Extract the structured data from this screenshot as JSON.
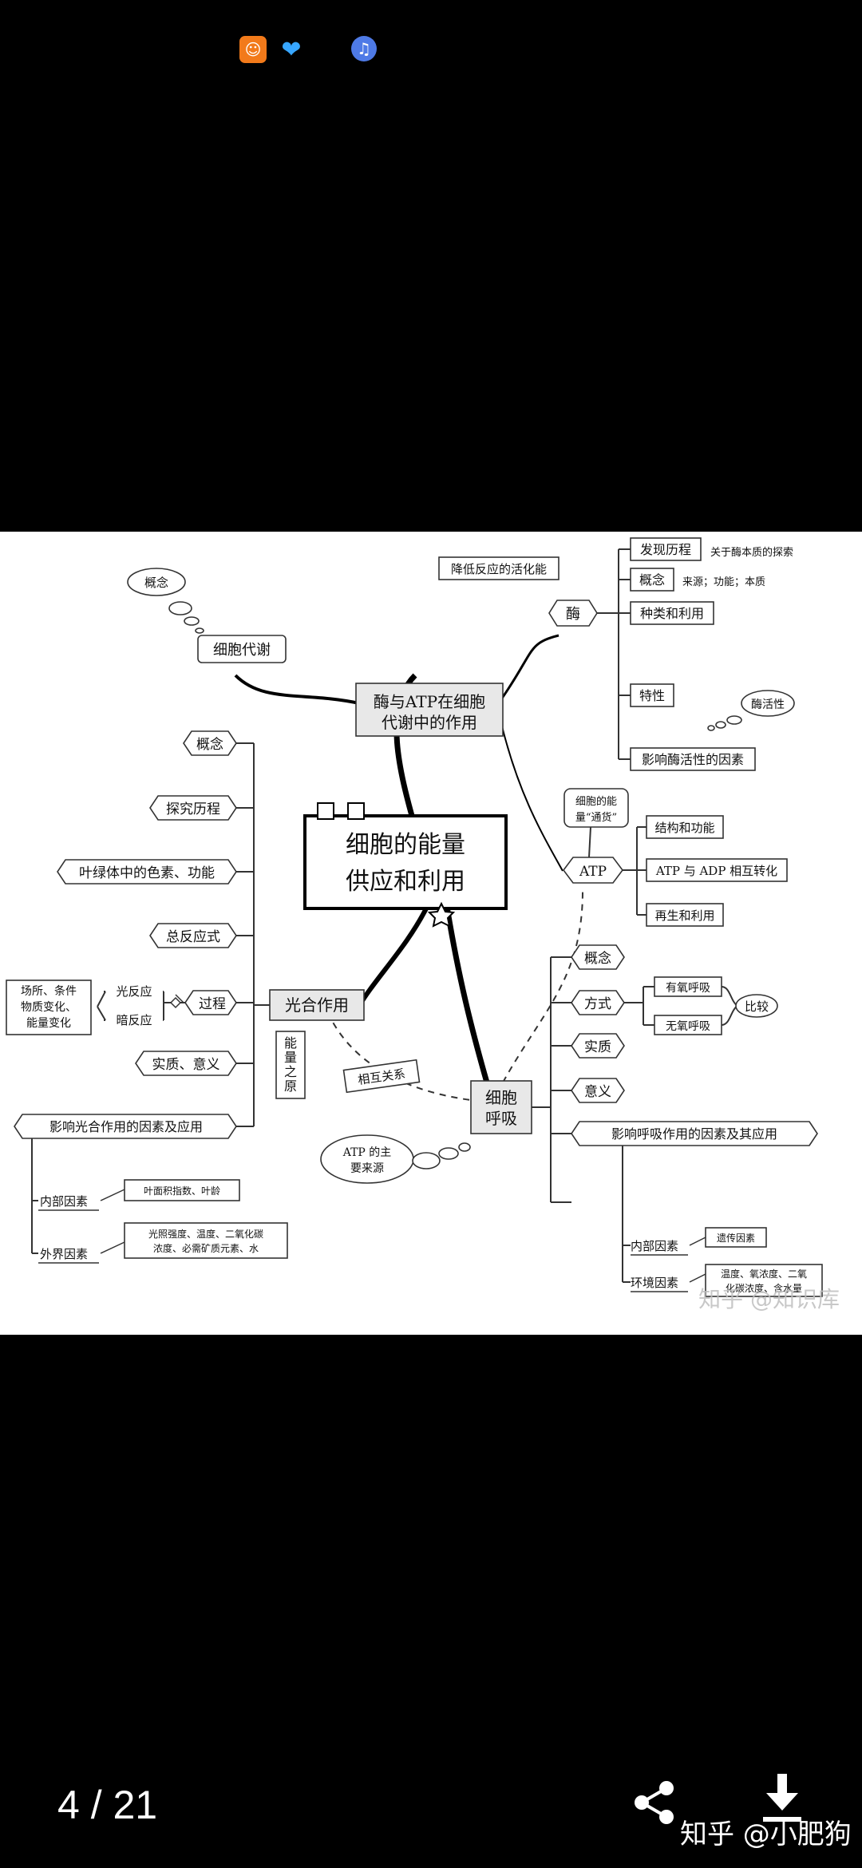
{
  "status_icons": [
    "kuaishou-app-icon",
    "heart-hand-icon",
    "music-icon"
  ],
  "pager": {
    "text": "4 / 21"
  },
  "author": {
    "text": "知乎 @小肥狗"
  },
  "mindmap": {
    "center": {
      "line1": "细胞的能量",
      "line2": "供应和利用"
    },
    "enzyme_atp": {
      "line1": "酶与ATP在细胞",
      "line2": "代谢中的作用"
    },
    "metabolism": "细胞代谢",
    "concept_bubble": "概念",
    "lower_activation": "降低反应的活化能",
    "enzyme": "酶",
    "enzyme_branches": [
      "发现历程",
      "概念",
      "种类和利用",
      "特性",
      "影响酶活性的因素"
    ],
    "discovery_note": "关于酶本质的探索",
    "concept_note": "来源；功能；本质",
    "enzyme_activity_bubble": "酶活性",
    "currency_note": {
      "line1": "细胞的能",
      "line2": "量“通货”"
    },
    "atp": "ATP",
    "atp_branches": [
      "结构和功能",
      "ATP 与 ADP 相互转化",
      "再生和利用"
    ],
    "photo": "光合作用",
    "photo_branches": [
      "概念",
      "探究历程",
      "叶绿体中的色素、功能",
      "总反应式",
      "过程",
      "实质、意义"
    ],
    "photo_factors": "影响光合作用的因素及应用",
    "light_reaction": "光反应",
    "dark_reaction": "暗反应",
    "process_note": {
      "line1": "场所、条件",
      "line2": "物质变化、",
      "line3": "能量变化"
    },
    "energy_source": {
      "c1": "能",
      "c2": "量",
      "c3": "之",
      "c4": "原"
    },
    "mutual": "相互关系",
    "respiration": {
      "line1": "细胞",
      "line2": "呼吸"
    },
    "atp_source": {
      "line1": "ATP 的主",
      "line2": "要来源"
    },
    "resp_branches": [
      "概念",
      "方式",
      "实质",
      "意义"
    ],
    "aerobic": "有氧呼吸",
    "anaerobic": "无氧呼吸",
    "compare": "比较",
    "resp_factors": "影响呼吸作用的因素及其应用",
    "resp_internal": "内部因素",
    "resp_internal_note": "遗传因素",
    "resp_external": "环境因素",
    "resp_external_note": {
      "line1": "温度、氧浓度、二氧",
      "line2": "化碳浓度、含水量"
    },
    "photo_internal": "内部因素",
    "photo_internal_note": "叶面积指数、叶龄",
    "photo_external": "外界因素",
    "photo_external_note": {
      "line1": "光照强度、温度、二氧化碳",
      "line2": "浓度、必需矿质元素、水"
    },
    "watermark": "知乎 @知识库"
  }
}
